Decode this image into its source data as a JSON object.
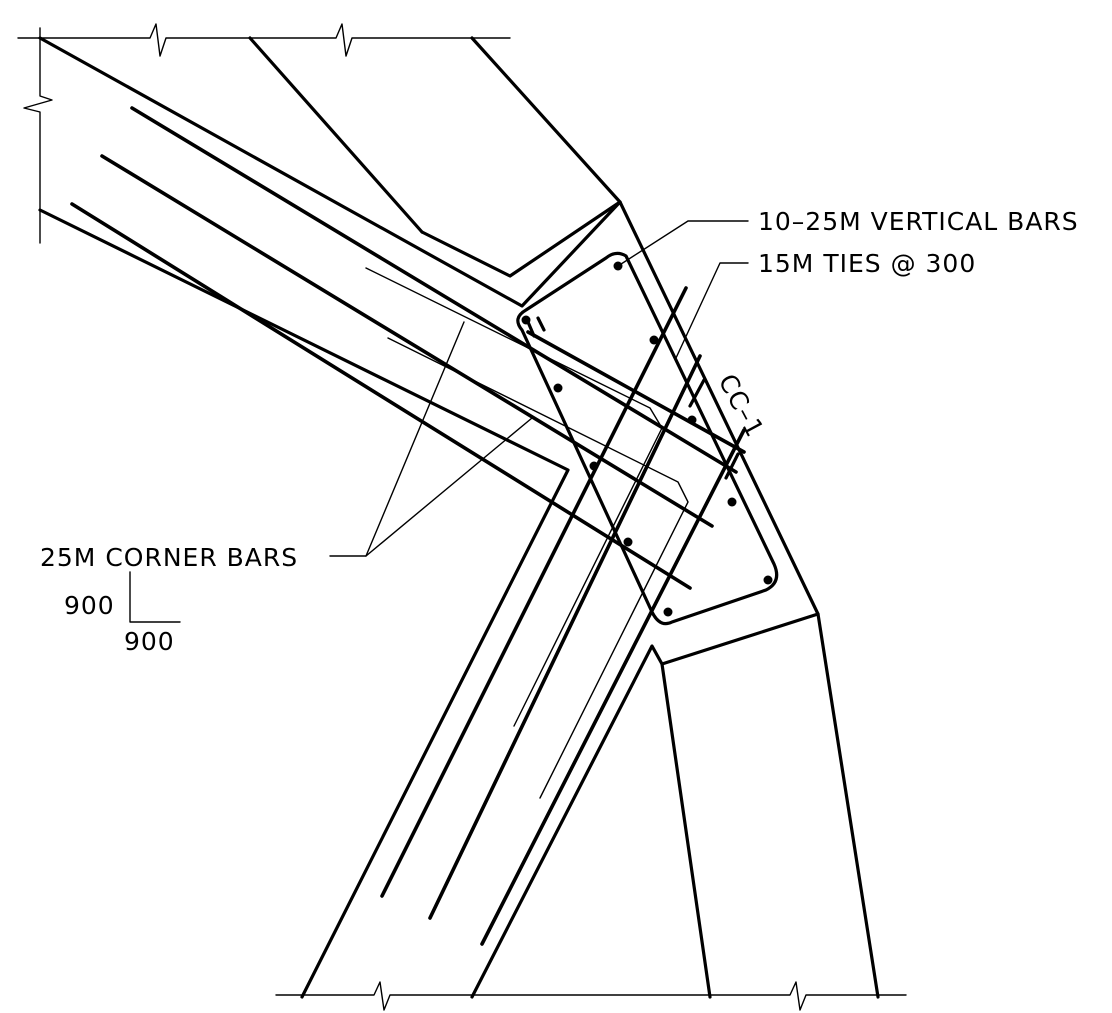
{
  "labels": {
    "vertical_bars": "10–25M VERTICAL BARS",
    "ties": "15M TIES @ 300",
    "section_mark": "CC–1",
    "corner_bars": "25M CORNER BARS",
    "slope_rise": "900",
    "slope_run": "900"
  },
  "colors": {
    "line": "#000000",
    "background": "#ffffff"
  }
}
